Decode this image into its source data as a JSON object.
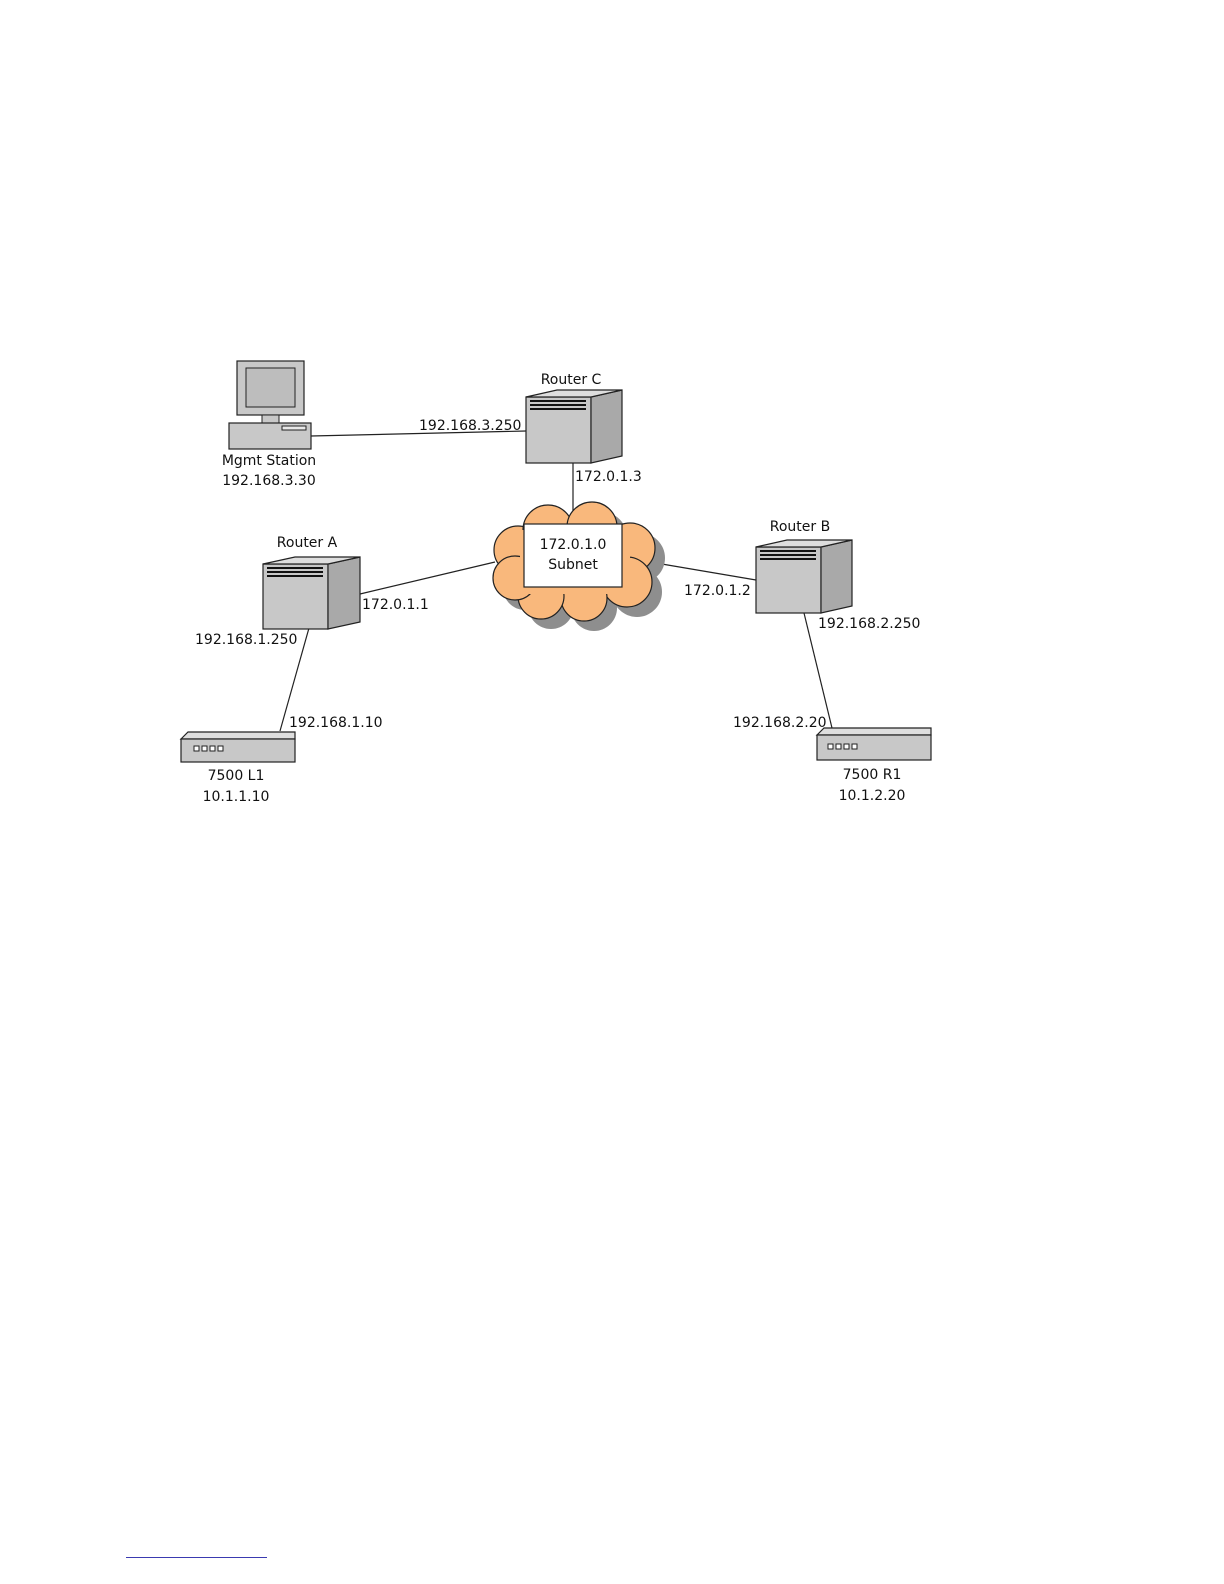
{
  "nodes": {
    "mgmt_station": {
      "name": "Mgmt Station",
      "ip": "192.168.3.30"
    },
    "router_c": {
      "name": "Router C"
    },
    "router_a": {
      "name": "Router A"
    },
    "router_b": {
      "name": "Router B"
    },
    "switch_l1": {
      "name": "7500 L1",
      "ip": "10.1.1.10"
    },
    "switch_r1": {
      "name": "7500 R1",
      "ip": "10.1.2.20"
    },
    "subnet": {
      "line1": "172.0.1.0",
      "line2": "Subnet"
    }
  },
  "interfaces": {
    "router_c_lan": "192.168.3.250",
    "router_c_wan": "172.0.1.3",
    "router_a_wan": "172.0.1.1",
    "router_a_lan": "192.168.1.250",
    "switch_l1_uplink": "192.168.1.10",
    "router_b_wan": "172.0.1.2",
    "router_b_lan": "192.168.2.250",
    "switch_r1_uplink": "192.168.2.20"
  },
  "colors": {
    "device_face": "#c8c8c8",
    "device_side": "#a9a9a9",
    "device_top": "#dedede",
    "cloud_fill": "#f9b87c",
    "cloud_shadow": "#8e8e8e",
    "stroke": "#222222"
  }
}
